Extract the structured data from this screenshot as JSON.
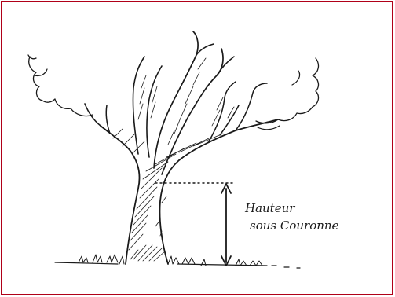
{
  "image": {
    "kind": "hand-drawn tree sketch",
    "frame_color": "#b00018",
    "ink_color": "#1a1a1a"
  },
  "annotation": {
    "line1": "Hauteur",
    "line2": "sous Couronne"
  },
  "icons": {
    "tree": "tree-sketch-icon",
    "measure_arrow": "double-headed-arrow-icon"
  }
}
